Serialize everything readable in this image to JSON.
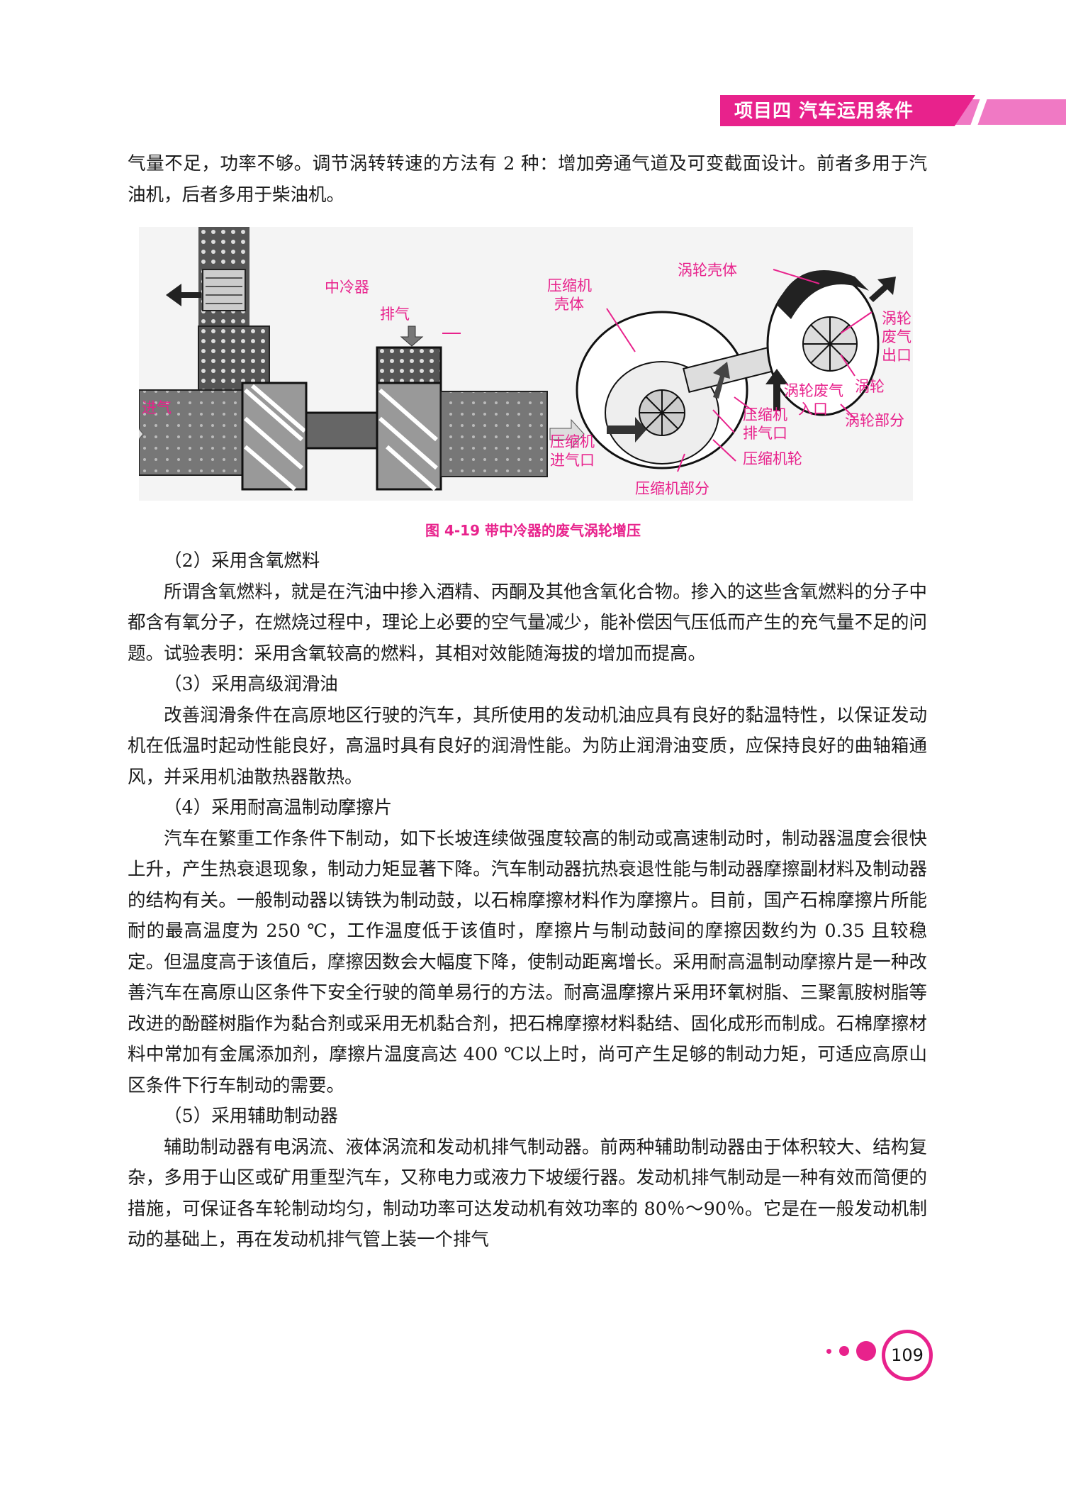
{
  "header": {
    "label": "项目四  汽车运用条件"
  },
  "intro": [
    "气量不足，功率不够。调节涡转转速的方法有 2 种：增加旁通气道及可变截面设计。前者多用于汽油机，后者多用于柴油机。"
  ],
  "figure": {
    "caption": "图 4-19  带中冷器的废气涡轮增压",
    "labels": {
      "intercooler": "中冷器",
      "exhaust": "排气",
      "intake": "进气",
      "compressor_housing_1": "压缩机",
      "compressor_housing_2": "壳体",
      "turbine_housing": "涡轮壳体",
      "turbine_outlet_1": "涡轮",
      "turbine_outlet_2": "废气",
      "turbine_outlet_3": "出口",
      "turbine": "涡轮",
      "turbine_inlet_1": "涡轮废气",
      "turbine_inlet_2": "入口",
      "compressor_outlet_1": "压缩机",
      "compressor_outlet_2": "排气口",
      "turbine_section": "涡轮部分",
      "compressor_inlet_1": "压缩机",
      "compressor_inlet_2": "进气口",
      "compressor_wheel": "压缩机轮",
      "compressor_section": "压缩机部分"
    }
  },
  "sections": [
    {
      "heading": "（2）采用含氧燃料",
      "body": "所谓含氧燃料，就是在汽油中掺入酒精、丙酮及其他含氧化合物。掺入的这些含氧燃料的分子中都含有氧分子，在燃烧过程中，理论上必要的空气量减少，能补偿因气压低而产生的充气量不足的问题。试验表明：采用含氧较高的燃料，其相对效能随海拔的增加而提高。"
    },
    {
      "heading": "（3）采用高级润滑油",
      "body": "改善润滑条件在高原地区行驶的汽车，其所使用的发动机油应具有良好的黏温特性，以保证发动机在低温时起动性能良好，高温时具有良好的润滑性能。为防止润滑油变质，应保持良好的曲轴箱通风，并采用机油散热器散热。"
    },
    {
      "heading": "（4）采用耐高温制动摩擦片",
      "body": "汽车在繁重工作条件下制动，如下长坡连续做强度较高的制动或高速制动时，制动器温度会很快上升，产生热衰退现象，制动力矩显著下降。汽车制动器抗热衰退性能与制动器摩擦副材料及制动器的结构有关。一般制动器以铸铁为制动鼓，以石棉摩擦材料作为摩擦片。目前，国产石棉摩擦片所能耐的最高温度为 250 ℃，工作温度低于该值时，摩擦片与制动鼓间的摩擦因数约为 0.35 且较稳定。但温度高于该值后，摩擦因数会大幅度下降，使制动距离增长。采用耐高温制动摩擦片是一种改善汽车在高原山区条件下安全行驶的简单易行的方法。耐高温摩擦片采用环氧树脂、三聚氰胺树脂等改进的酚醛树脂作为黏合剂或采用无机黏合剂，把石棉摩擦材料黏结、固化成形而制成。石棉摩擦材料中常加有金属添加剂，摩擦片温度高达 400 ℃以上时，尚可产生足够的制动力矩，可适应高原山区条件下行车制动的需要。"
    },
    {
      "heading": "（5）采用辅助制动器",
      "body": "辅助制动器有电涡流、液体涡流和发动机排气制动器。前两种辅助制动器由于体积较大、结构复杂，多用于山区或矿用重型汽车，又称电力或液力下坡缓行器。发动机排气制动是一种有效而简便的措施，可保证各车轮制动均匀，制动功率可达发动机有效功率的 80％～90％。它是在一般发动机制动的基础上，再在发动机排气管上装一个排气"
    }
  ],
  "footer": {
    "page_number": "109"
  }
}
